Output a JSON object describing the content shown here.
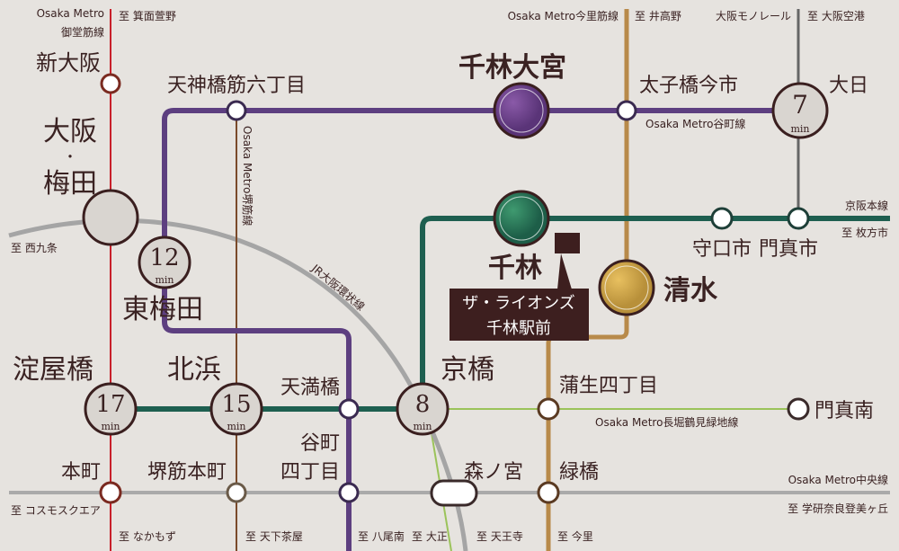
{
  "colors": {
    "background": "#e6e3df",
    "midosuji": "#c8202a",
    "tanimachi": "#5d3f80",
    "sakaisuji": "#7a4a2a",
    "keihan": "#1e5f50",
    "imazatosuji": "#b88a4a",
    "nagahori": "#9bc35a",
    "chuo": "#aaaaaa",
    "jr_loop": "#a5a5a5",
    "monorail": "#666666",
    "marker": "#3d1f1f"
  },
  "lines": {
    "midosuji": "Osaka Metro",
    "midosuji2": "御堂筋線",
    "midosuji_dir_n": "至 箕面萱野",
    "midosuji_dir_s": "至 なかもず",
    "sakaisuji": "Osaka Metro堺筋線",
    "sakaisuji_dir_s": "至 天下茶屋",
    "tanimachi": "Osaka Metro谷町線",
    "tanimachi_dir_s": "至 八尾南",
    "imazatosuji": "Osaka Metro今里筋線",
    "imazatosuji_dir_n": "至 井高野",
    "imazatosuji_dir_s": "至 今里",
    "monorail": "大阪モノレール",
    "monorail_dir_n": "至 大阪空港",
    "keihan": "京阪本線",
    "keihan_dir": "至 枚方市",
    "jr": "JR大阪環状線",
    "jr_dir_w": "至 西九条",
    "jr_dir_s1": "至 大正",
    "jr_dir_s2": "至 天王寺",
    "nagahori": "Osaka Metro長堀鶴見緑地線",
    "chuo": "Osaka Metro中央線",
    "chuo_dir_w": "至 コスモスクエア",
    "chuo_dir_e": "至 学研奈良登美ヶ丘"
  },
  "stations": {
    "shin_osaka": "新大阪",
    "osaka": "大阪",
    "dot": "・",
    "umeda": "梅田",
    "higashi_umeda": "東梅田",
    "yodoyabashi": "淀屋橋",
    "honmachi": "本町",
    "tenjinbashi": "天神橋筋六丁目",
    "kitahama": "北浜",
    "sakaisuji_honmachi": "堺筋本町",
    "temmabashi": "天満橋",
    "tanimachi4a": "谷町",
    "tanimachi4b": "四丁目",
    "kyobashi": "京橋",
    "morinomiya": "森ノ宮",
    "sembayashi_omiya": "千林大宮",
    "taishibashi": "太子橋今市",
    "dainichi": "大日",
    "sembayashi": "千林",
    "shimizu": "清水",
    "moriguchi": "守口市",
    "kadoma": "門真市",
    "gamo": "蒲生四丁目",
    "kadoma_minami": "門真南",
    "midoribashi": "緑橋"
  },
  "times": {
    "higashi_umeda": "12",
    "yodoyabashi": "17",
    "kitahama": "15",
    "kyobashi": "8",
    "dainichi": "7",
    "unit": "min"
  },
  "property": {
    "line1": "ザ・ライオンズ",
    "line2": "千林駅前"
  }
}
